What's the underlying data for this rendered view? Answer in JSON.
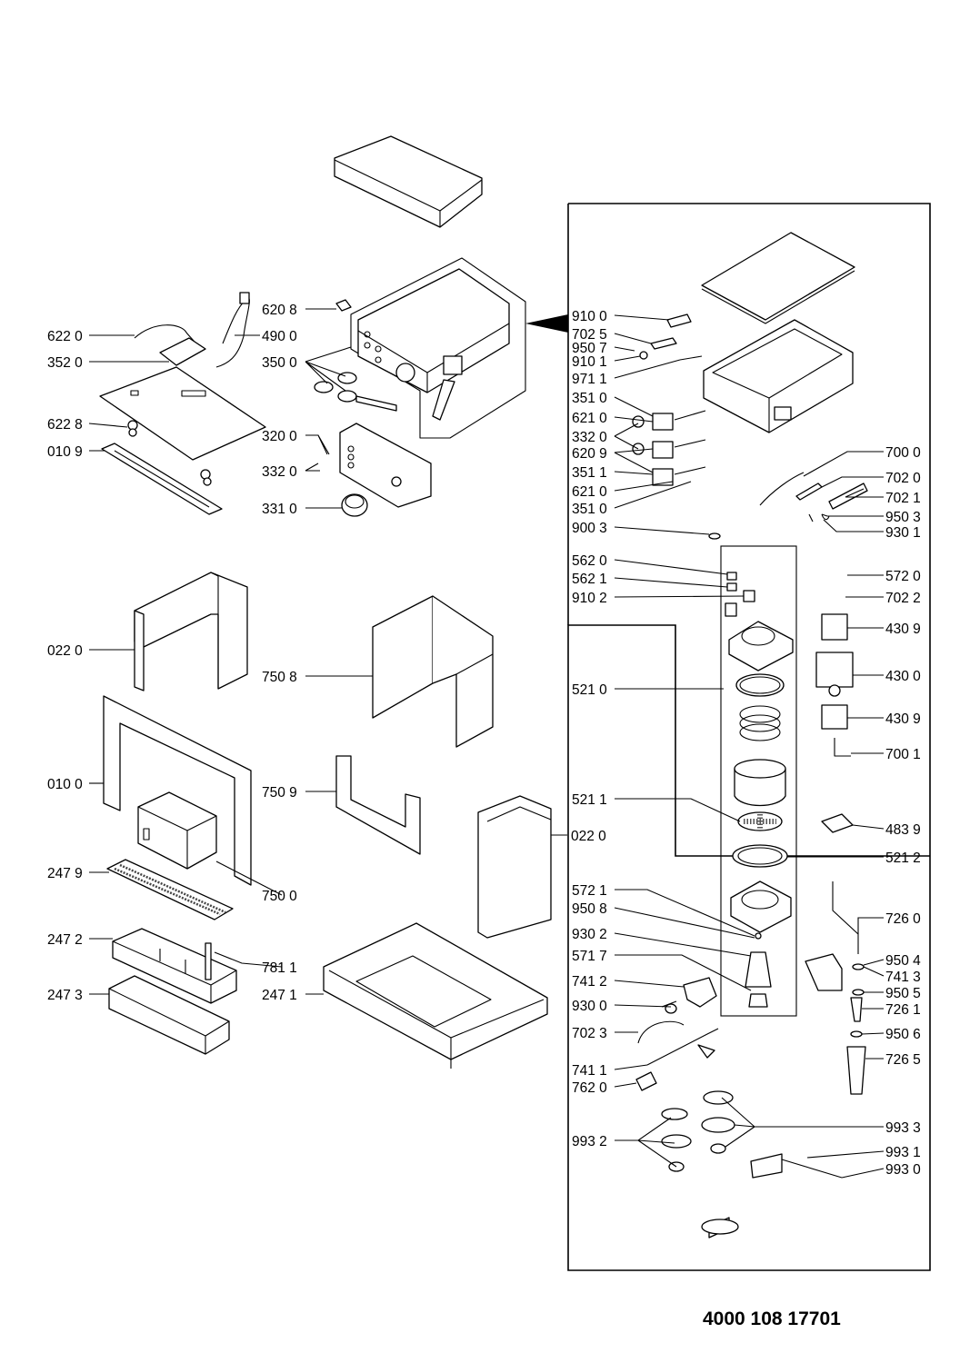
{
  "document_code": "4000 108 17701",
  "labels": {
    "l6220": "622 0",
    "l3520": "352 0",
    "l6228": "622 8",
    "l0109": "010 9",
    "l6208": "620 8",
    "l4900": "490 0",
    "l3500": "350 0",
    "l3200": "320 0",
    "l3320a": "332 0",
    "l3310": "331 0",
    "l0220a": "022 0",
    "l7508": "750 8",
    "l0100": "010 0",
    "l7509": "750 9",
    "l0220b": "022 0",
    "l2479": "247 9",
    "l7500": "750 0",
    "l2472": "247 2",
    "l7811": "781 1",
    "l2473": "247 3",
    "l2471": "247 1",
    "l9100": "910 0",
    "l7025": "702 5",
    "l9507": "950 7",
    "l9101": "910 1",
    "l9711": "971 1",
    "l3510a": "351 0",
    "l6210a": "621 0",
    "l3320b": "332 0",
    "l6209": "620 9",
    "l3511": "351 1",
    "l6210b": "621 0",
    "l3510b": "351 0",
    "l9003": "900 3",
    "l5620": "562 0",
    "l5621": "562 1",
    "l9102": "910 2",
    "l5210": "521 0",
    "l5211": "521 1",
    "l5721": "572 1",
    "l9508": "950 8",
    "l9302": "930 2",
    "l5717": "571 7",
    "l7412": "741 2",
    "l9300": "930 0",
    "l7023": "702 3",
    "l7411": "741 1",
    "l7620": "762 0",
    "l9932": "993 2",
    "l7000": "700 0",
    "l7020": "702 0",
    "l7021": "702 1",
    "l9503": "950 3",
    "l9301": "930 1",
    "l5720": "572 0",
    "l7022": "702 2",
    "l4309a": "430 9",
    "l4300": "430 0",
    "l4309b": "430 9",
    "l7001": "700 1",
    "l4839": "483 9",
    "l5212": "521 2",
    "l7260": "726 0",
    "l9504": "950 4",
    "l7413": "741 3",
    "l9505": "950 5",
    "l7261": "726 1",
    "l9506": "950 6",
    "l7265": "726 5",
    "l9933": "993 3",
    "l9931": "993 1",
    "l9930": "993 0"
  }
}
